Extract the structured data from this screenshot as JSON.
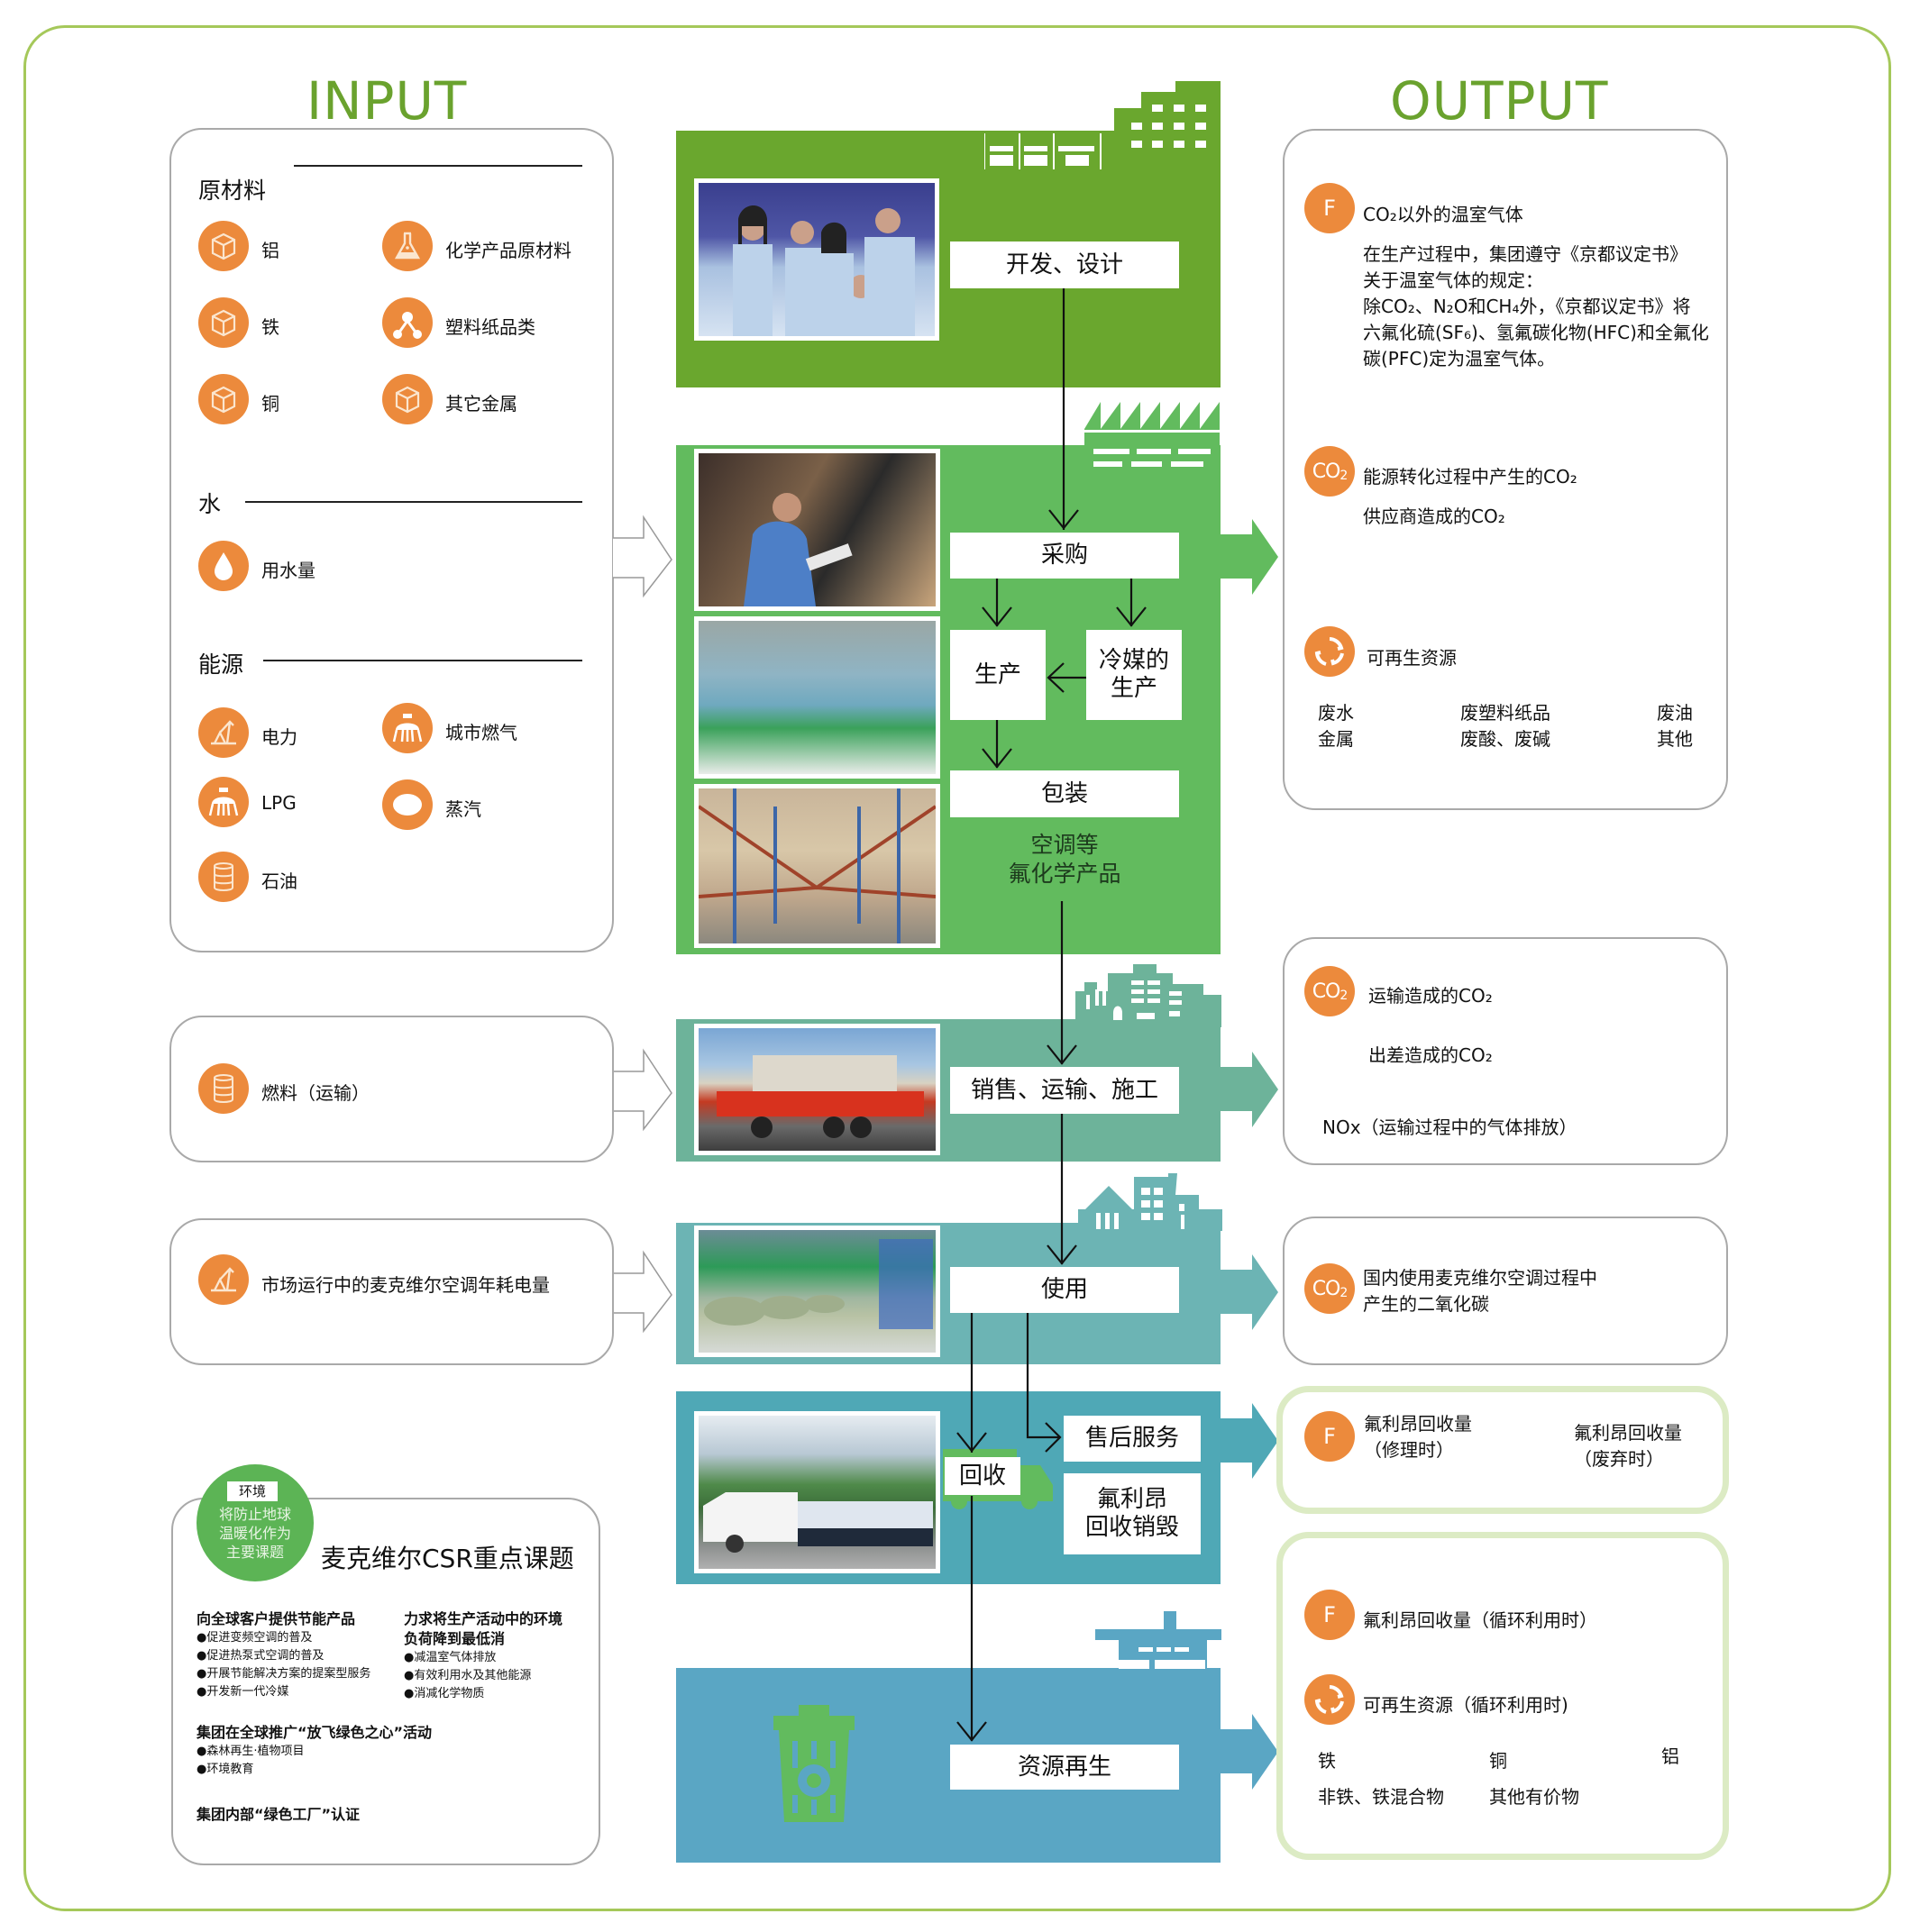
{
  "titles": {
    "input": "INPUT",
    "output": "OUTPUT"
  },
  "colors": {
    "frame": "#a5c85a",
    "title_green": "#6aa22e",
    "icon_orange": "#ec8a3c",
    "panel_design": "#6aa72e",
    "panel_production": "#62bb5e",
    "panel_sales": "#6db39a",
    "panel_use": "#6cb4b4",
    "panel_recovery": "#4fa8b6",
    "panel_recycle": "#5aa6c4",
    "output_box_green_border": "#dcebc4"
  },
  "input": {
    "main": {
      "raw_materials": {
        "title": "原材料",
        "items": [
          {
            "icon": "cube-icon",
            "label": "铝"
          },
          {
            "icon": "flask-icon",
            "label": "化学产品原材料"
          },
          {
            "icon": "cube-icon",
            "label": "铁"
          },
          {
            "icon": "molecule-icon",
            "label": "塑料纸品类"
          },
          {
            "icon": "cube-icon",
            "label": "铜"
          },
          {
            "icon": "cube-icon",
            "label": "其它金属"
          }
        ]
      },
      "water": {
        "title": "水",
        "items": [
          {
            "icon": "water-drop-icon",
            "label": "用水量"
          }
        ]
      },
      "energy": {
        "title": "能源",
        "items": [
          {
            "icon": "power-tower-icon",
            "label": "电力"
          },
          {
            "icon": "gas-tank-icon",
            "label": "城市燃气"
          },
          {
            "icon": "gas-tank-icon",
            "label": "LPG"
          },
          {
            "icon": "steam-cloud-icon",
            "label": "蒸汽"
          },
          {
            "icon": "oil-barrel-icon",
            "label": "石油"
          }
        ]
      }
    },
    "transport_fuel": {
      "icon": "oil-barrel-icon",
      "label": "燃料（运输）"
    },
    "annual_power": {
      "icon": "power-tower-icon",
      "label": "市场运行中的麦克维尔空调年耗电量"
    }
  },
  "csr": {
    "badge_tag": "环境",
    "badge_text": [
      "将防止地球",
      "温暖化作为",
      "主要课题"
    ],
    "title": "麦克维尔CSR重点课题",
    "col1": {
      "heading": "向全球客户提供节能产品",
      "items": [
        "●促进变频空调的普及",
        "●促进热泵式空调的普及",
        "●开展节能解决方案的提案型服务",
        "●开发新一代冷媒"
      ]
    },
    "col2": {
      "heading_lines": [
        "力求将生产活动中的环境",
        "负荷降到最低消"
      ],
      "items": [
        "●减温室气体排放",
        "●有效利用水及其他能源",
        "●消减化学物质"
      ]
    },
    "section3": {
      "heading": "集团在全球推广“放飞绿色之心”活动",
      "items": [
        "●森林再生·植物项目",
        "●环境教育"
      ]
    },
    "section4": {
      "heading": "集团内部“绿色工厂”认证"
    }
  },
  "process": {
    "design": "开发、设计",
    "purchase": "采购",
    "production": "生产",
    "refrigerant_production": [
      "冷媒的",
      "生产"
    ],
    "packaging": "包装",
    "products": [
      "空调等",
      "氟化学产品"
    ],
    "sales": "销售、运输、施工",
    "use": "使用",
    "recovery": "回收",
    "after_sales": "售后服务",
    "freon_destruction": [
      "氟利昂",
      "回收销毁"
    ],
    "recycling": "资源再生"
  },
  "output": {
    "box1": {
      "ghg": {
        "icon_text": "F",
        "title": "CO₂以外的温室气体",
        "desc": [
          "在生产过程中，集团遵守《京都议定书》",
          "关于温室气体的规定：",
          "除CO₂、N₂O和CH₄外，《京都议定书》将",
          "六氟化硫(SF₆)、氢氟碳化物(HFC)和全氟化",
          "碳(PFC)定为温室气体。"
        ]
      },
      "co2": {
        "icon_text": "CO2",
        "line1": "能源转化过程中产生的CO₂",
        "line2": "供应商造成的CO₂"
      },
      "renewable": {
        "title": "可再生资源",
        "cols": [
          [
            "废水",
            "金属"
          ],
          [
            "废塑料纸品",
            "废酸、废碱"
          ],
          [
            "废油",
            "其他"
          ]
        ]
      }
    },
    "box2": {
      "icon_text": "CO2",
      "line1": "运输造成的CO₂",
      "line2": "出差造成的CO₂",
      "line3": "NOx（运输过程中的气体排放）"
    },
    "box3": {
      "icon_text": "CO2",
      "lines": [
        "国内使用麦克维尔空调过程中",
        "产生的二氧化碳"
      ]
    },
    "box4": {
      "icon_text": "F",
      "left": [
        "氟利昂回收量",
        "（修理时）"
      ],
      "right": [
        "氟利昂回收量",
        "（废弃时）"
      ]
    },
    "box5": {
      "freon": {
        "icon_text": "F",
        "label": "氟利昂回收量（循环利用时）"
      },
      "renewable": {
        "label": "可再生资源（循环利用时)"
      },
      "items": [
        "铁",
        "铜",
        "铝",
        "非铁、铁混合物",
        "其他有价物"
      ]
    }
  }
}
